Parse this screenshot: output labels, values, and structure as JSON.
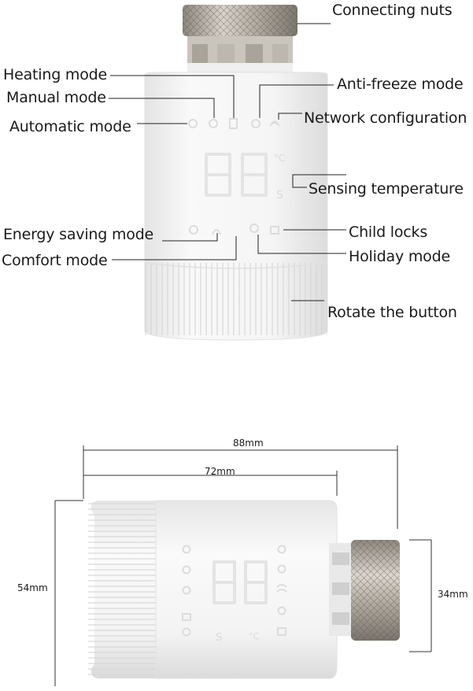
{
  "callouts": {
    "connecting_nuts": "Connecting nuts",
    "heating_mode": "Heating mode",
    "manual_mode": "Manual mode",
    "automatic_mode": "Automatic mode",
    "anti_freeze_mode": "Anti-freeze mode",
    "network_configuration": "Network configuration",
    "sensing_temperature": "Sensing temperature",
    "energy_saving_mode": "Energy saving mode",
    "comfort_mode": "Comfort mode",
    "child_locks": "Child locks",
    "holiday_mode": "Holiday mode",
    "rotate_button": "Rotate the button"
  },
  "display": {
    "unit_c": "°C",
    "unit_s": "S"
  },
  "dimensions": {
    "total_length": "88mm",
    "body_length": "72mm",
    "body_diameter": "54mm",
    "nut_diameter": "34mm"
  },
  "colors": {
    "body": "#f4f4f4",
    "metal": "#b7b1a6",
    "leader": "#222222",
    "segment": "#e3e3e3"
  }
}
